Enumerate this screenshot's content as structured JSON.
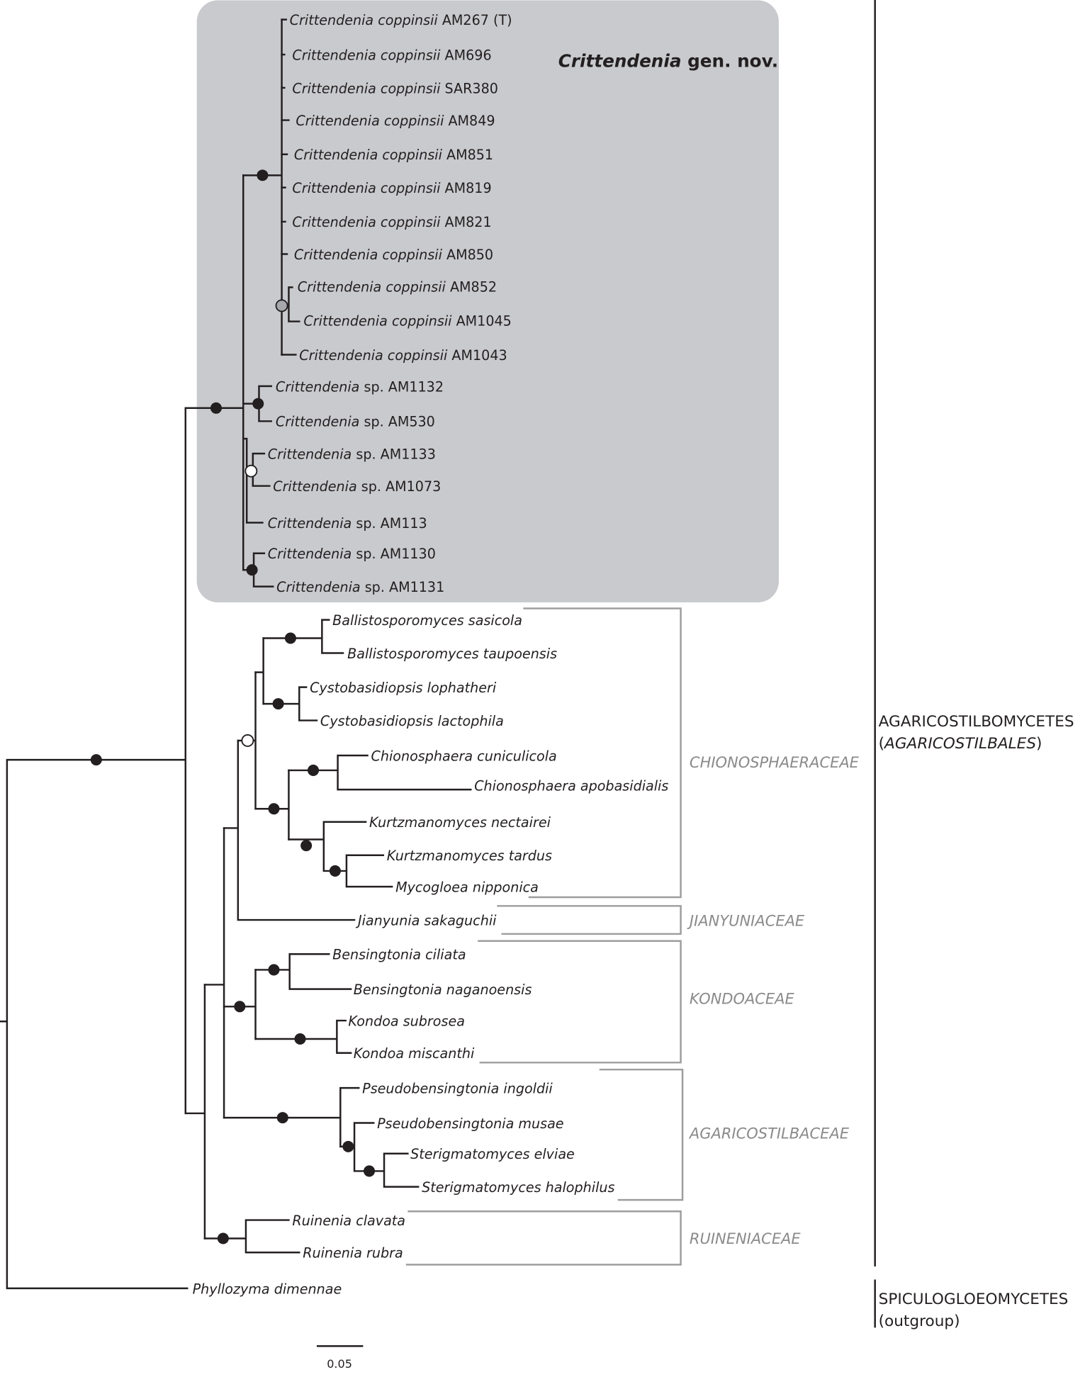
{
  "figure": {
    "highlight_box": {
      "title_genus": "Crittendenia",
      "title_suffix": " gen. nov.",
      "color": "#c9cacd"
    },
    "taxa": [
      {
        "genus": "Crittendenia coppinsii",
        "rest": " AM267 (T)"
      },
      {
        "genus": "Crittendenia coppinsii",
        "rest": " AM696"
      },
      {
        "genus": "Crittendenia coppinsii",
        "rest": " SAR380"
      },
      {
        "genus": "Crittendenia coppinsii",
        "rest": " AM849"
      },
      {
        "genus": "Crittendenia coppinsii",
        "rest": " AM851"
      },
      {
        "genus": "Crittendenia coppinsii",
        "rest": " AM819"
      },
      {
        "genus": "Crittendenia coppinsii",
        "rest": " AM821"
      },
      {
        "genus": "Crittendenia coppinsii",
        "rest": " AM850"
      },
      {
        "genus": "Crittendenia coppinsii",
        "rest": " AM852"
      },
      {
        "genus": "Crittendenia coppinsii",
        "rest": " AM1045"
      },
      {
        "genus": "Crittendenia coppinsii",
        "rest": " AM1043"
      },
      {
        "genus": "Crittendenia",
        "rest": " sp. AM1132"
      },
      {
        "genus": "Crittendenia",
        "rest": " sp. AM530"
      },
      {
        "genus": "Crittendenia",
        "rest": " sp. AM1133"
      },
      {
        "genus": "Crittendenia",
        "rest": " sp. AM1073"
      },
      {
        "genus": "Crittendenia",
        "rest": " sp. AM113"
      },
      {
        "genus": "Crittendenia",
        "rest": " sp. AM1130"
      },
      {
        "genus": "Crittendenia",
        "rest": " sp. AM1131"
      },
      {
        "genus": "Ballistosporomyces sasicola",
        "rest": ""
      },
      {
        "genus": "Ballistosporomyces taupoensis",
        "rest": ""
      },
      {
        "genus": "Cystobasidiopsis lophatheri",
        "rest": ""
      },
      {
        "genus": "Cystobasidiopsis lactophila",
        "rest": ""
      },
      {
        "genus": "Chionosphaera cuniculicola",
        "rest": ""
      },
      {
        "genus": "Chionosphaera apobasidialis",
        "rest": ""
      },
      {
        "genus": "Kurtzmanomyces nectairei",
        "rest": ""
      },
      {
        "genus": "Kurtzmanomyces tardus",
        "rest": ""
      },
      {
        "genus": "Mycogloea nipponica",
        "rest": ""
      },
      {
        "genus": "Jianyunia sakaguchii",
        "rest": ""
      },
      {
        "genus": "Bensingtonia ciliata",
        "rest": ""
      },
      {
        "genus": "Bensingtonia naganoensis",
        "rest": ""
      },
      {
        "genus": "Kondoa subrosea",
        "rest": ""
      },
      {
        "genus": "Kondoa miscanthi",
        "rest": ""
      },
      {
        "genus": "Pseudobensingtonia ingoldii",
        "rest": ""
      },
      {
        "genus": "Pseudobensingtonia musae",
        "rest": ""
      },
      {
        "genus": "Sterigmatomyces elviae",
        "rest": ""
      },
      {
        "genus": "Sterigmatomyces halophilus",
        "rest": ""
      },
      {
        "genus": "Ruinenia clavata",
        "rest": ""
      },
      {
        "genus": "Ruinenia rubra",
        "rest": ""
      },
      {
        "genus": "Phyllozyma dimennae",
        "rest": ""
      }
    ],
    "families": [
      "CHIONOSPHAERACEAE",
      "JIANYUNIACEAE",
      "KONDOACEAE",
      "AGARICOSTILBACEAE",
      "RUINENIACEAE"
    ],
    "classes": {
      "ingroup_line1": "AGARICOSTILBOMYCETES",
      "ingroup_line2_open": "(",
      "ingroup_line2_italic": "AGARICOSTILBALES",
      "ingroup_line2_close": ")",
      "outgroup_line1": "SPICULOGLOEOMYCETES",
      "outgroup_line2": "(outgroup)"
    },
    "support_legend": {
      "filled": "#231f20",
      "gray": "#a7a8ab",
      "open": "#ffffff"
    },
    "scale_bar": {
      "value": "0.05"
    }
  }
}
